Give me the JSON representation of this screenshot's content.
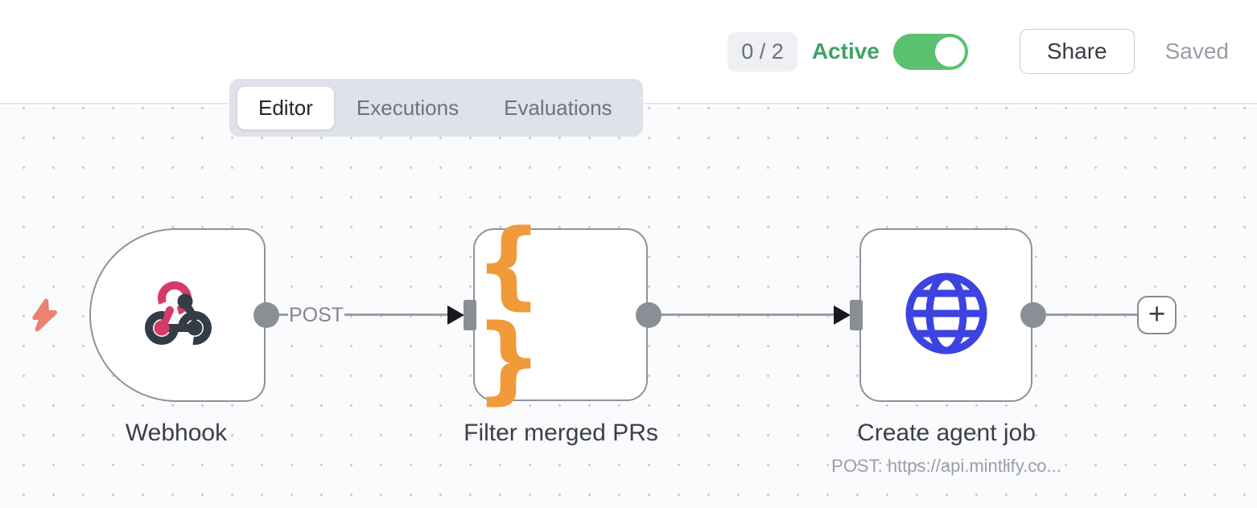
{
  "header": {
    "counter_badge": "0 / 2",
    "active_label": "Active",
    "toggle_state": "on",
    "share_button": "Share",
    "save_status": "Saved"
  },
  "tabs": [
    {
      "label": "Editor",
      "active": true
    },
    {
      "label": "Executions",
      "active": false
    },
    {
      "label": "Evaluations",
      "active": false
    }
  ],
  "workflow": {
    "nodes": [
      {
        "name": "Webhook",
        "type": "webhook-trigger",
        "output_label": "POST"
      },
      {
        "name": "Filter merged PRs",
        "type": "code"
      },
      {
        "name": "Create agent job",
        "type": "http-request",
        "subtitle": "POST: https://api.mintlify.co..."
      }
    ],
    "code_icon_glyph": "{ }",
    "add_node_button": "+"
  },
  "colors": {
    "active_text_green": "#3fa364",
    "toggle_green": "#5cc16f",
    "webhook_pink": "#d63a68",
    "icon_dark_slate": "#333c47",
    "code_orange": "#f09a3a",
    "http_blue": "#3c43e0",
    "trigger_bolt_coral": "#ee8270"
  }
}
